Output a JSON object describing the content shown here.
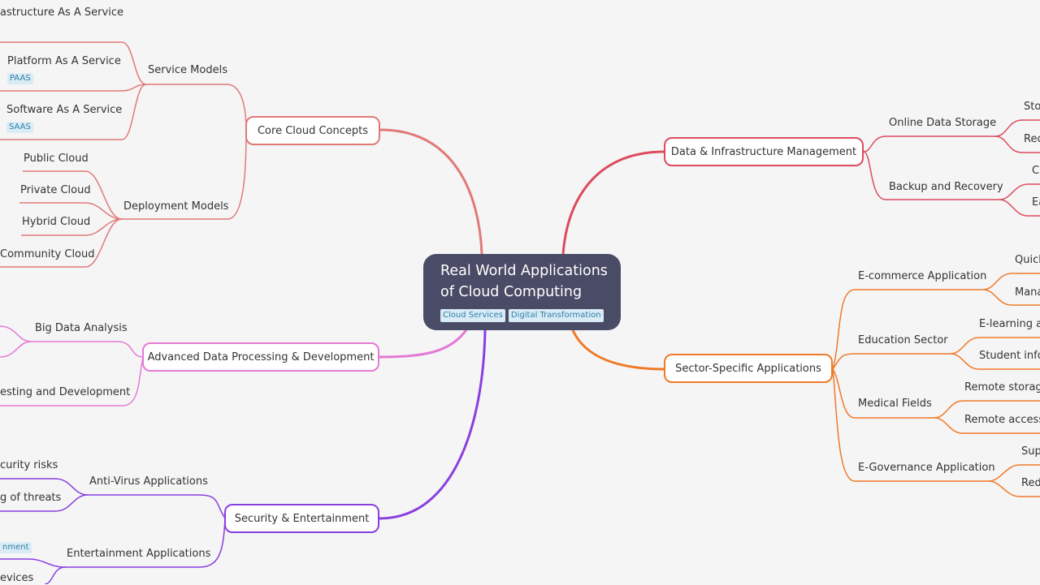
{
  "central": {
    "title_line1": "Real World Applications",
    "title_line2": "of Cloud Computing",
    "tags": [
      "Cloud Services",
      "Digital Transformation"
    ]
  },
  "colors": {
    "core": "#e07a78",
    "data": "#dc4b5e",
    "sector": "#f07a28",
    "advanced": "#e47ad4",
    "security": "#8a3fe0"
  },
  "topics": {
    "core": "Core Cloud Concepts",
    "data": "Data & Infrastructure Management",
    "sector": "Sector-Specific Applications",
    "advanced": "Advanced Data Processing & Development",
    "security": "Security & Entertainment"
  },
  "core": {
    "service_models": "Service Models",
    "iaas": "astructure As A Service",
    "paas": "Platform As A Service",
    "paas_tag": "PAAS",
    "saas": "Software As A Service",
    "saas_tag": "SAAS",
    "deployment_models": "Deployment Models",
    "public": "Public Cloud",
    "private": "Private Cloud",
    "hybrid": "Hybrid Cloud",
    "community": "Community Cloud"
  },
  "data": {
    "online_storage": "Online Data Storage",
    "os_child1": "Sto",
    "os_child2": "Rec",
    "backup": "Backup and Recovery",
    "bk_child1": "Cl",
    "bk_child2": "Ea"
  },
  "sector": {
    "ecommerce": "E-commerce Application",
    "ec_child1": "Quick",
    "ec_child2": "Mana",
    "education": "Education Sector",
    "ed_child1": "E-learning ar",
    "ed_child2": "Student info",
    "medical": "Medical Fields",
    "md_child1": "Remote storage",
    "md_child2": "Remote access t",
    "egov": "E-Governance Application",
    "eg_child1": "Sup",
    "eg_child2": "Red"
  },
  "advanced": {
    "big_data": "Big Data Analysis",
    "testing": "esting and Development"
  },
  "security": {
    "antivirus": "Anti-Virus Applications",
    "av_child1": "curity risks",
    "av_child2": "g of threats",
    "entertainment": "Entertainment Applications",
    "ent_tag": "nment",
    "ent_child": "evices"
  }
}
